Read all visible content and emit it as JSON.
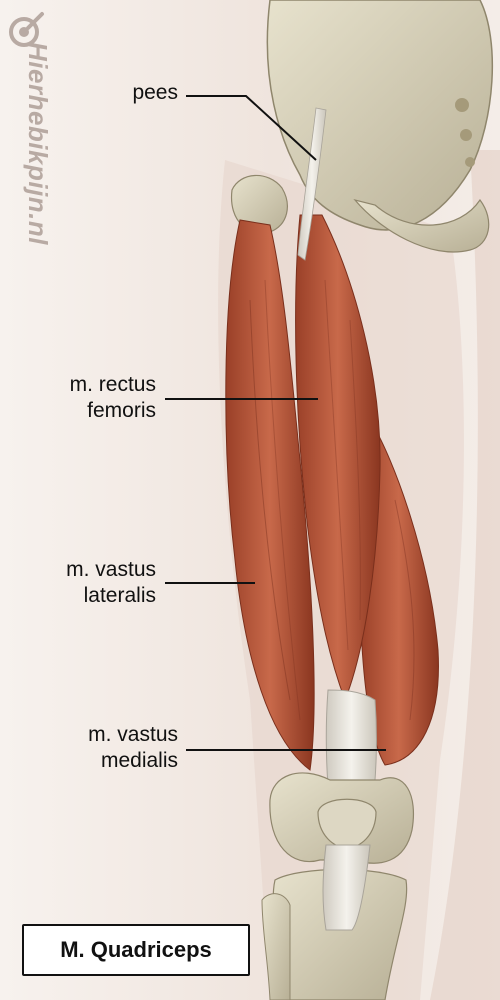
{
  "brand": {
    "watermark": "Hierhebikpijn.nl"
  },
  "title": "M. Quadriceps",
  "labels": {
    "tendon": "pees",
    "rectus_femoris": "m. rectus\nfemoris",
    "vastus_lateralis": "m. vastus\nlateralis",
    "vastus_medialis": "m. vastus\nmedialis"
  },
  "colors": {
    "muscle": "#b8563a",
    "muscle_dark": "#8e3a26",
    "bone": "#d9d3bd",
    "tendon": "#e8e6df",
    "skin": "#e9d8d0"
  }
}
